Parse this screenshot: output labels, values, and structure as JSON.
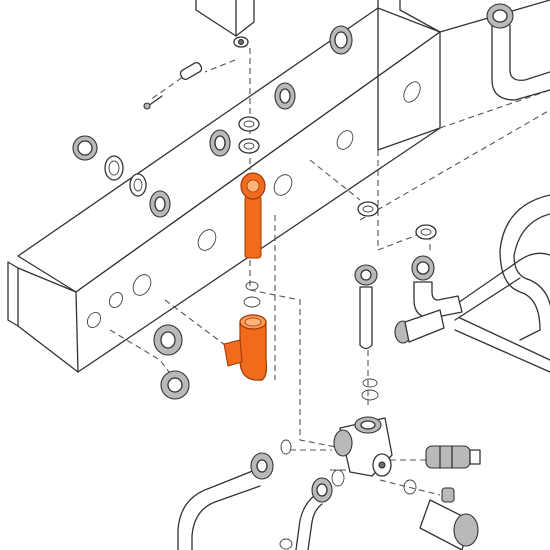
{
  "diagram": {
    "kind": "exploded parts diagram",
    "highlight_color": "#f26b1d",
    "highlight_stroke": "#9a3a08",
    "line_color": "#333333",
    "background": "#ffffff",
    "highlighted_parts": [
      "bolt",
      "elbow-fitting"
    ]
  }
}
